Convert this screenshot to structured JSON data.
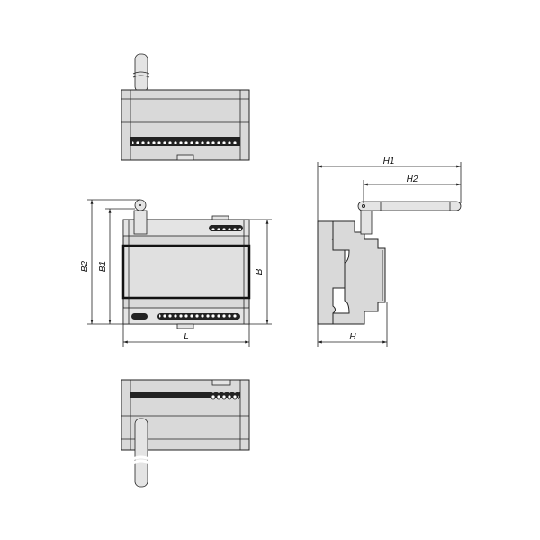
{
  "drawing": {
    "views": [
      "top-view",
      "front-view",
      "side-view",
      "bottom-view"
    ],
    "dimensions": {
      "B2": "B2",
      "B1": "B1",
      "B": "B",
      "L": "L",
      "H1": "H1",
      "H2": "H2",
      "H": "H"
    },
    "colors": {
      "housing": "#d9d9d9",
      "outline": "#222222",
      "background": "#ffffff"
    }
  }
}
